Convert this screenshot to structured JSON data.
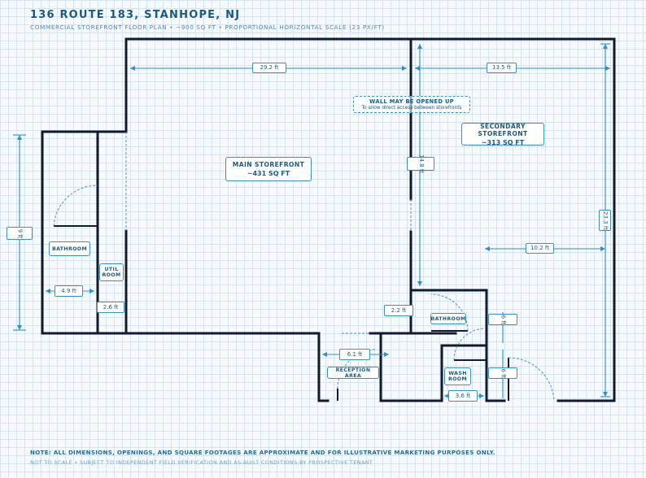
{
  "header": {
    "title": "136 ROUTE 183, STANHOPE, NJ",
    "subtitle": "COMMERCIAL STOREFRONT FLOOR PLAN • ~900 SQ FT • PROPORTIONAL HORIZONTAL SCALE (23 PX/FT)"
  },
  "rooms": {
    "main": {
      "name": "MAIN STOREFRONT",
      "area": "~431 SQ FT"
    },
    "secondary": {
      "name": "SECONDARY STOREFRONT",
      "area": "~313 SQ FT"
    },
    "bathroom_left": "BATHROOM",
    "util_line1": "UTIL",
    "util_line2": "ROOM",
    "bathroom_right": "BATHROOM",
    "wash_line1": "WASH",
    "wash_line2": "ROOM",
    "reception": "RECEPTION AREA"
  },
  "callout": {
    "heading": "WALL MAY BE OPENED UP",
    "detail": "To allow direct access between storefronts"
  },
  "dimensions": {
    "top_main_width": "29.2 ft",
    "top_secondary_width": "13.5 ft",
    "partition_height": "14.8 ft",
    "right_total_height": "23.3 ft",
    "secondary_depth_width": "10.2 ft",
    "left_wing_height": "9 ft",
    "bath_width": "4.9 ft",
    "util_width": "2.6 ft",
    "corridor_width": "2.2 ft",
    "reception_width": "6.1 ft",
    "rear_bath_height": "6 ft",
    "wash_height": "6 ft",
    "wash_width": "3.6 ft"
  },
  "footer": {
    "note": "NOTE: ALL DIMENSIONS, OPENINGS, AND SQUARE FOOTAGES ARE APPROXIMATE AND FOR ILLUSTRATIVE MARKETING PURPOSES ONLY.",
    "disclaimer": "NOT TO SCALE • SUBJECT TO INDEPENDENT FIELD VERIFICATION AND AS-BUILT CONDITIONS BY PROSPECTIVE TENANT"
  },
  "colors": {
    "wall": "#0f1a2b",
    "dimension_line": "#2f8fc6",
    "label_border": "#3c8fc2",
    "text": "#1b5a80"
  }
}
